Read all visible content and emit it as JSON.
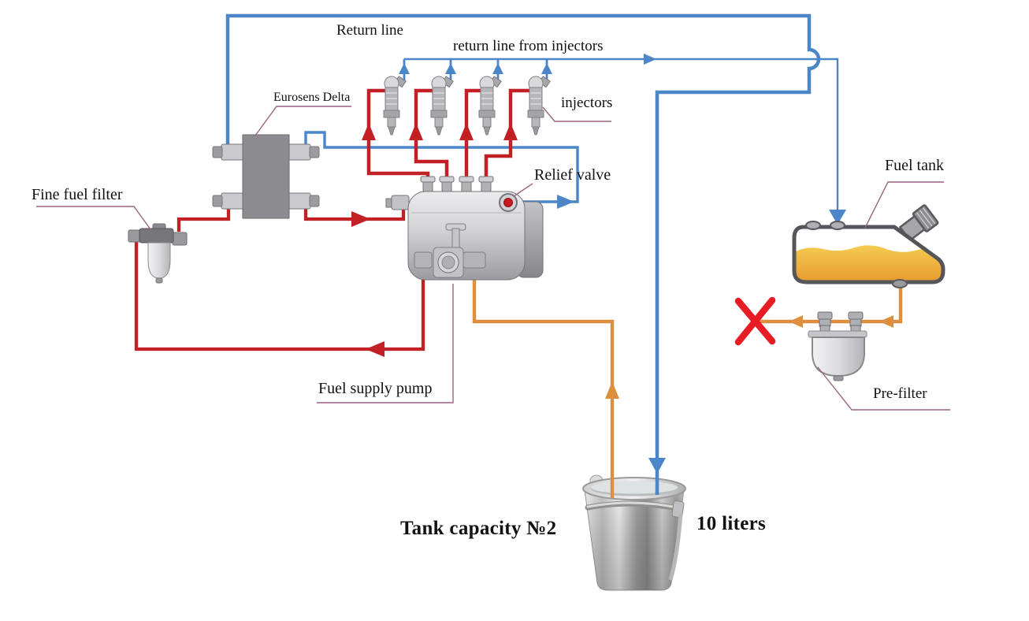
{
  "labels": {
    "return_line": "Return line",
    "return_line_from_injectors": "return line from injectors",
    "eurosens_delta": "Eurosens Delta",
    "injectors": "injectors",
    "relief_valve": "Relief valve",
    "fuel_tank": "Fuel tank",
    "fine_fuel_filter": "Fine fuel filter",
    "fuel_supply_pump": "Fuel supply pump",
    "pre_filter": "Pre-filter",
    "tank_capacity": "Tank capacity №2",
    "capacity_value": "10 liters"
  },
  "colors": {
    "return_line_blue": "#4a86c8",
    "supply_line_red": "#c32026",
    "suction_line_orange": "#dd8f3f",
    "leader_line": "#9b6480",
    "cross_mark_red": "#e81c24",
    "fuel_orange": "#eda735"
  }
}
